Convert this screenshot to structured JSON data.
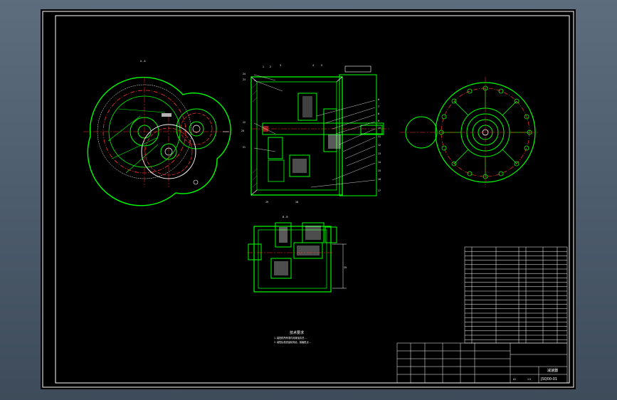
{
  "drawing": {
    "tech_req_title": "技术要求",
    "tech_req_lines": [
      "1. 装配前所有零件用煤油清洗 ...",
      "2. 装配后检查齿轮啮合，接触斑点..."
    ],
    "title_name": "减速器",
    "drawing_number": "JSQ00-01",
    "scale": "1:2",
    "sheet": "A1",
    "leaders_center": [
      "24",
      "23",
      "22",
      "21",
      "1",
      "2",
      "3",
      "4",
      "5",
      "6",
      "7",
      "8",
      "9",
      "10",
      "11",
      "12",
      "13",
      "14",
      "15",
      "16",
      "17",
      "18",
      "19",
      "20"
    ],
    "leader_lower": "20"
  },
  "colors": {
    "background": "#000000",
    "frame": "#ffffff",
    "outline": "#00ff00",
    "center_line": "#ff0000",
    "hatch": "#ffffff",
    "desktop": "#4a5a6b"
  }
}
